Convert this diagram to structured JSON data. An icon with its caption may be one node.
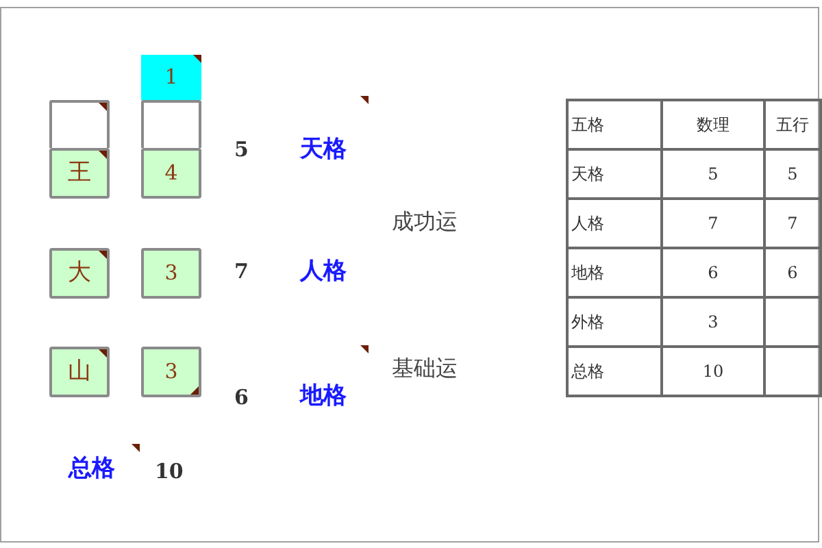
{
  "diagram": {
    "nodes": [
      {
        "text": [
          "1"
        ]
      },
      {
        "text": [],
        "shape": "box"
      },
      {
        "text": [],
        "shape": "box"
      },
      {
        "text": [
          "王"
        ]
      },
      {
        "text": [
          "4"
        ]
      },
      {
        "text": [
          "大"
        ]
      },
      {
        "text": [
          "3"
        ]
      },
      {
        "text": [
          "山"
        ]
      },
      {
        "text": [
          "3"
        ]
      }
    ],
    "labels": [
      "5",
      "天格",
      "成功运",
      "7",
      "人格",
      "基础运",
      "6",
      "地格",
      "总格",
      "10",
      "五格",
      "数理",
      "五行",
      "天格",
      "5",
      "5",
      "人格",
      "7",
      "7",
      "地格",
      "6",
      "6",
      "外格",
      "3",
      "总格",
      "10"
    ]
  }
}
